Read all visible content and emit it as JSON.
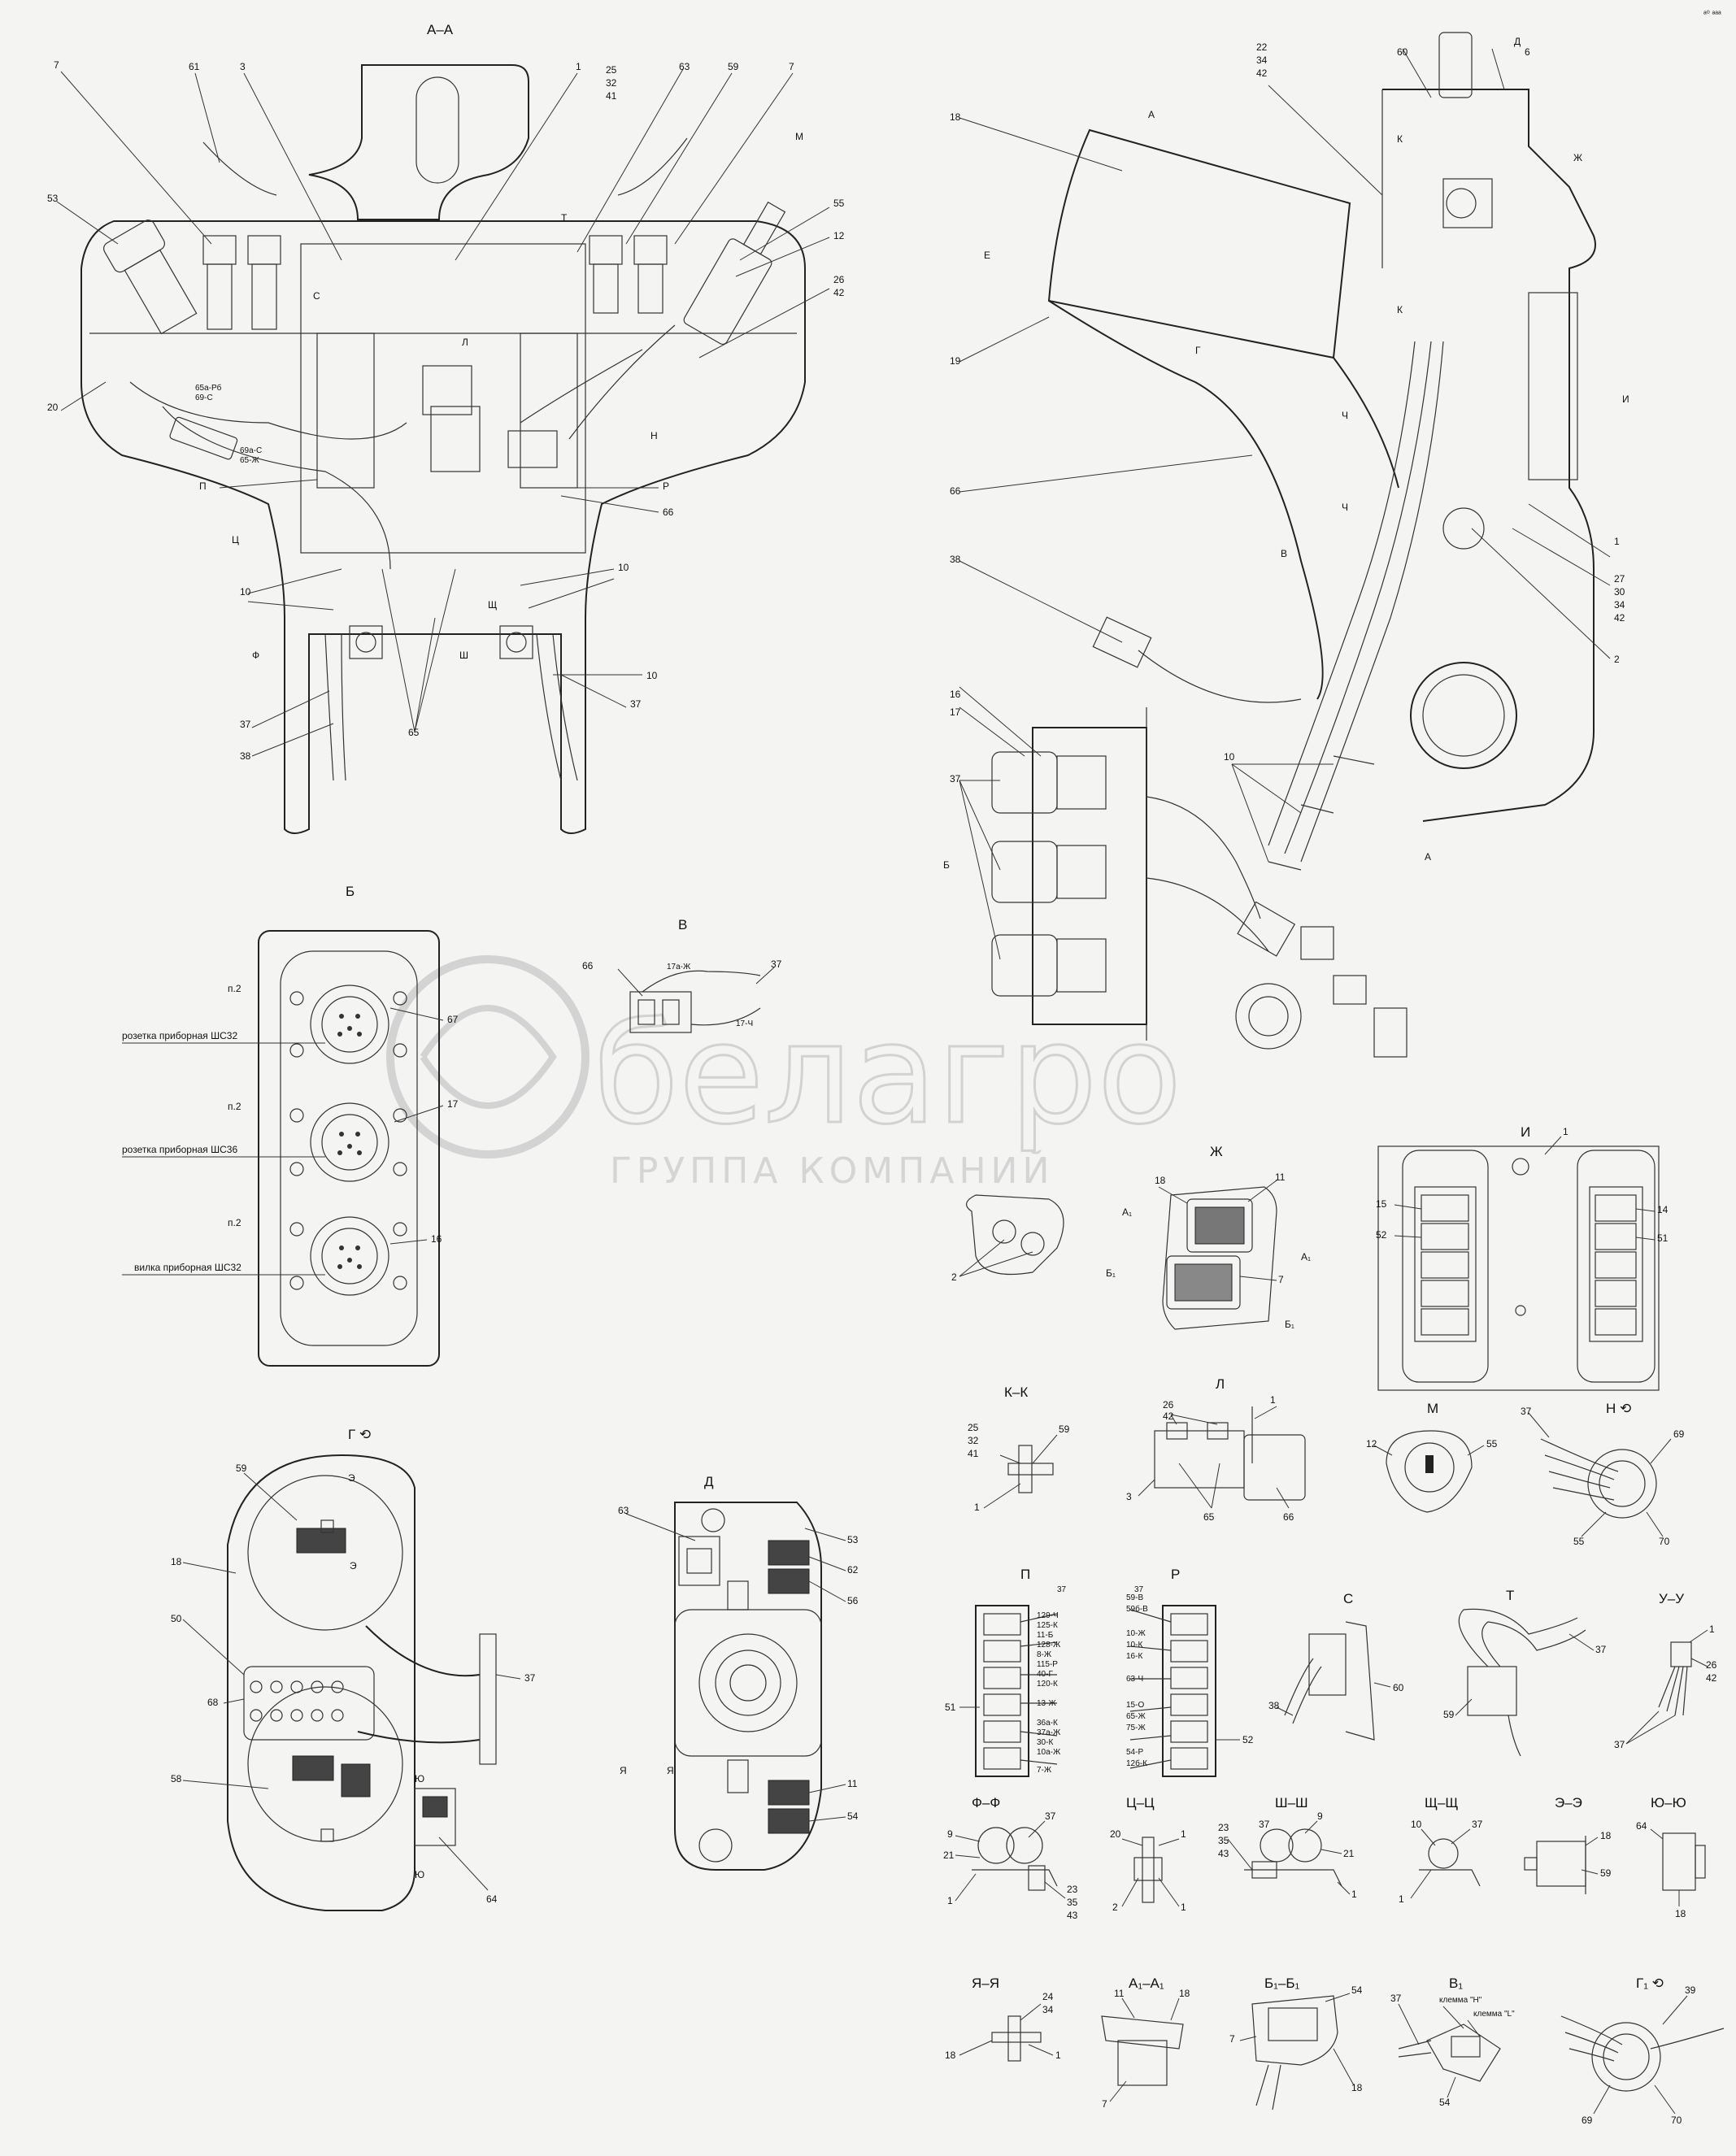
{
  "watermark": {
    "brand": "белагро",
    "subtitle": "ГРУППА КОМПАНИЙ"
  },
  "corner_mark": "ᵃ⁰ ᵃᵃᵃ",
  "section_titles": {
    "aa": "А–А",
    "b": "Б",
    "v": "В",
    "g": "Г ⟲",
    "d": "Д",
    "zh": "Ж",
    "i": "И",
    "kk": "К–К",
    "l": "Л",
    "m": "М",
    "n": "Н ⟲",
    "p": "П",
    "r": "Р",
    "s": "С",
    "t": "Т",
    "uu": "У–У",
    "ff": "Ф–Ф",
    "tsts": "Ц–Ц",
    "shsh": "Ш–Ш",
    "shchshch": "Щ–Щ",
    "ee": "Э–Э",
    "yuyu": "Ю–Ю",
    "yaya": "Я–Я",
    "a1a1": "А₁–А₁",
    "b1b1": "Б₁–Б₁",
    "v1": "В₁",
    "g1": "Г₁ ⟲"
  },
  "connector_labels": {
    "socket1": "розетка приборная ШС32",
    "socket2": "розетка приборная ШС36",
    "plug": "вилка приборная ШС32",
    "pin_note": "п.2"
  },
  "clamp_labels": {
    "h": "клемма \"Н\"",
    "l": "клемма \"L\""
  },
  "wire_tags_aa": [
    "65а-Рб",
    "69-С",
    "69а-С",
    "65-Ж"
  ],
  "wire_tags_v": [
    "17а-Ж",
    "17-Ч"
  ],
  "wire_tags_p": [
    "37",
    "129-Ч",
    "125-К",
    "11-Б",
    "128-Ж",
    "8-Ж",
    "115-Р",
    "40-Г",
    "120-К",
    "13-Ж",
    "36а-К",
    "37а-Ж",
    "30-К",
    "10а-Ж",
    "7-Ж"
  ],
  "wire_tags_r": [
    "59-В",
    "59б-В",
    "10-Ж",
    "10-К",
    "16-К",
    "63-Ч",
    "15-О",
    "65-Ж",
    "75-Ж",
    "54-Р",
    "12б-К"
  ],
  "callouts_aa": [
    "7",
    "61",
    "3",
    "1",
    "25",
    "32",
    "41",
    "63",
    "59",
    "7",
    "53",
    "55",
    "12",
    "26",
    "42",
    "20",
    "П",
    "Р",
    "66",
    "10",
    "10",
    "37",
    "38",
    "65",
    "10",
    "37",
    "Ц",
    "Ф",
    "Ш",
    "Щ",
    "Т",
    "С",
    "Л",
    "Н",
    "М"
  ],
  "callouts_side": [
    "18",
    "22",
    "34",
    "42",
    "60",
    "6",
    "Д",
    "К",
    "К",
    "Ж",
    "Е",
    "Г",
    "19",
    "И",
    "66",
    "Ч",
    "Ч",
    "В",
    "1",
    "27",
    "30",
    "34",
    "42",
    "2",
    "38",
    "16",
    "17",
    "37",
    "Б",
    "10",
    "А",
    "А"
  ],
  "callouts_b": [
    "67",
    "17",
    "16"
  ],
  "callouts_misc": [
    "2",
    "11",
    "18",
    "7",
    "А₁",
    "Б₁",
    "15",
    "52",
    "14",
    "51",
    "1"
  ],
  "callouts_kk": [
    "25",
    "32",
    "41",
    "59",
    "1"
  ],
  "callouts_l": [
    "26",
    "42",
    "1",
    "3",
    "65",
    "66"
  ],
  "callouts_m": [
    "12",
    "55"
  ],
  "callouts_n": [
    "37",
    "69",
    "55",
    "70"
  ],
  "callouts_lower": [
    "51",
    "52",
    "60",
    "38",
    "59",
    "37",
    "1",
    "26",
    "42",
    "37"
  ],
  "callouts_sections": [
    "9",
    "37",
    "21",
    "1",
    "23",
    "35",
    "43",
    "20",
    "1",
    "2",
    "21",
    "10",
    "37",
    "1",
    "18",
    "59",
    "64",
    "18",
    "24",
    "34",
    "18",
    "1",
    "11",
    "18",
    "7",
    "54",
    "7",
    "18",
    "37",
    "54",
    "39",
    "69",
    "70"
  ],
  "callouts_g": [
    "59",
    "18",
    "50",
    "68",
    "58",
    "37",
    "64",
    "Э",
    "Э",
    "Ю",
    "Ю"
  ],
  "callouts_d": [
    "63",
    "53",
    "62",
    "56",
    "11",
    "54",
    "Я",
    "Я"
  ]
}
